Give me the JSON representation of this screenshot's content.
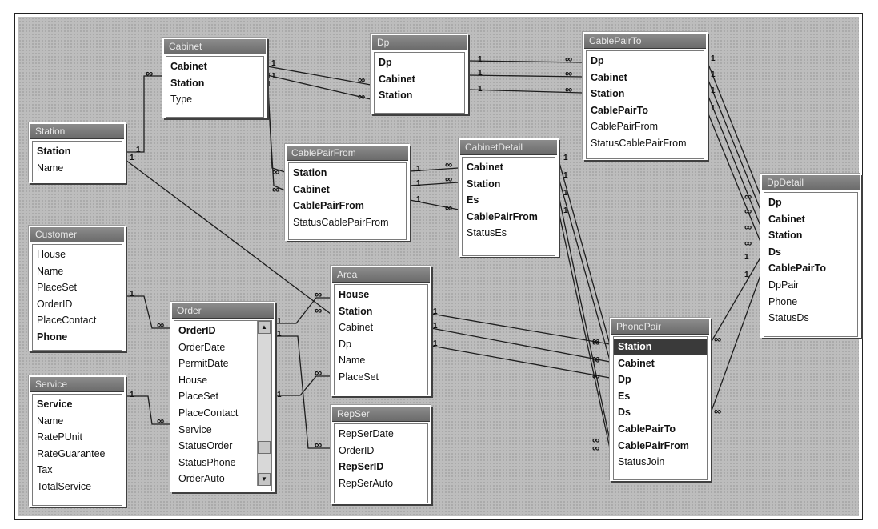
{
  "tables": [
    {
      "id": "cabinet",
      "title": "Cabinet",
      "fields": [
        {
          "name": "Cabinet",
          "pk": true
        },
        {
          "name": "Station",
          "pk": true
        },
        {
          "name": "Type",
          "pk": false
        }
      ]
    },
    {
      "id": "dp",
      "title": "Dp",
      "fields": [
        {
          "name": "Dp",
          "pk": true
        },
        {
          "name": "Cabinet",
          "pk": true
        },
        {
          "name": "Station",
          "pk": true
        }
      ]
    },
    {
      "id": "cablepairto",
      "title": "CablePairTo",
      "fields": [
        {
          "name": "Dp",
          "pk": true
        },
        {
          "name": "Cabinet",
          "pk": true
        },
        {
          "name": "Station",
          "pk": true
        },
        {
          "name": "CablePairTo",
          "pk": true
        },
        {
          "name": "CablePairFrom",
          "pk": false
        },
        {
          "name": "StatusCablePairFrom",
          "pk": false
        }
      ]
    },
    {
      "id": "station",
      "title": "Station",
      "fields": [
        {
          "name": "Station",
          "pk": true
        },
        {
          "name": "Name",
          "pk": false
        }
      ]
    },
    {
      "id": "cablepairfrom",
      "title": "CablePairFrom",
      "fields": [
        {
          "name": "Station",
          "pk": true
        },
        {
          "name": "Cabinet",
          "pk": true
        },
        {
          "name": "CablePairFrom",
          "pk": true
        },
        {
          "name": "StatusCablePairFrom",
          "pk": false
        }
      ]
    },
    {
      "id": "cabinetdetail",
      "title": "CabinetDetail",
      "fields": [
        {
          "name": "Cabinet",
          "pk": true
        },
        {
          "name": "Station",
          "pk": true
        },
        {
          "name": "Es",
          "pk": true
        },
        {
          "name": "CablePairFrom",
          "pk": true
        },
        {
          "name": "StatusEs",
          "pk": false
        }
      ]
    },
    {
      "id": "dpdetail",
      "title": "DpDetail",
      "fields": [
        {
          "name": "Dp",
          "pk": true
        },
        {
          "name": "Cabinet",
          "pk": true
        },
        {
          "name": "Station",
          "pk": true
        },
        {
          "name": "Ds",
          "pk": true
        },
        {
          "name": "CablePairTo",
          "pk": true
        },
        {
          "name": "DpPair",
          "pk": false
        },
        {
          "name": "Phone",
          "pk": false
        },
        {
          "name": "StatusDs",
          "pk": false
        }
      ]
    },
    {
      "id": "customer",
      "title": "Customer",
      "fields": [
        {
          "name": "House",
          "pk": false
        },
        {
          "name": "Name",
          "pk": false
        },
        {
          "name": "PlaceSet",
          "pk": false
        },
        {
          "name": "OrderID",
          "pk": false
        },
        {
          "name": "PlaceContact",
          "pk": false
        },
        {
          "name": "Phone",
          "pk": true
        }
      ]
    },
    {
      "id": "order",
      "title": "Order",
      "fields": [
        {
          "name": "OrderID",
          "pk": true
        },
        {
          "name": "OrderDate",
          "pk": false
        },
        {
          "name": "PermitDate",
          "pk": false
        },
        {
          "name": "House",
          "pk": false
        },
        {
          "name": "PlaceSet",
          "pk": false
        },
        {
          "name": "PlaceContact",
          "pk": false
        },
        {
          "name": "Service",
          "pk": false
        },
        {
          "name": "StatusOrder",
          "pk": false
        },
        {
          "name": "StatusPhone",
          "pk": false
        },
        {
          "name": "OrderAuto",
          "pk": false
        }
      ]
    },
    {
      "id": "area",
      "title": "Area",
      "fields": [
        {
          "name": "House",
          "pk": true
        },
        {
          "name": "Station",
          "pk": true
        },
        {
          "name": "Cabinet",
          "pk": false
        },
        {
          "name": "Dp",
          "pk": false
        },
        {
          "name": "Name",
          "pk": false
        },
        {
          "name": "PlaceSet",
          "pk": false
        }
      ]
    },
    {
      "id": "phonepair",
      "title": "PhonePair",
      "fields": [
        {
          "name": "Station",
          "pk": true,
          "selected": true
        },
        {
          "name": "Cabinet",
          "pk": true
        },
        {
          "name": "Dp",
          "pk": true
        },
        {
          "name": "Es",
          "pk": true
        },
        {
          "name": "Ds",
          "pk": true
        },
        {
          "name": "CablePairTo",
          "pk": true
        },
        {
          "name": "CablePairFrom",
          "pk": true
        },
        {
          "name": "StatusJoin",
          "pk": false
        }
      ]
    },
    {
      "id": "service",
      "title": "Service",
      "fields": [
        {
          "name": "Service",
          "pk": true
        },
        {
          "name": "Name",
          "pk": false
        },
        {
          "name": "RatePUnit",
          "pk": false
        },
        {
          "name": "RateGuarantee",
          "pk": false
        },
        {
          "name": "Tax",
          "pk": false
        },
        {
          "name": "TotalService",
          "pk": false
        }
      ]
    },
    {
      "id": "repser",
      "title": "RepSer",
      "fields": [
        {
          "name": "RepSerDate",
          "pk": false
        },
        {
          "name": "OrderID",
          "pk": false
        },
        {
          "name": "RepSerID",
          "pk": true
        },
        {
          "name": "RepSerAuto",
          "pk": false
        }
      ]
    }
  ],
  "relationships": [
    {
      "from": "cabinet",
      "to": "dp",
      "one": "1",
      "many": "∞"
    },
    {
      "from": "cabinet",
      "to": "cablepairfrom",
      "one": "1",
      "many": "∞"
    },
    {
      "from": "station",
      "to": "cabinet",
      "one": "1",
      "many": "∞"
    },
    {
      "from": "dp",
      "to": "cablepairto",
      "one": "1",
      "many": "∞"
    },
    {
      "from": "cablepairfrom",
      "to": "cabinetdetail",
      "one": "1",
      "many": "∞"
    },
    {
      "from": "cablepairto",
      "to": "dpdetail",
      "one": "1",
      "many": "∞"
    },
    {
      "from": "cabinetdetail",
      "to": "phonepair",
      "one": "1",
      "many": "∞"
    },
    {
      "from": "dpdetail",
      "to": "phonepair",
      "one": "1",
      "many": "∞"
    },
    {
      "from": "customer",
      "to": "order",
      "one": "1",
      "many": "∞"
    },
    {
      "from": "service",
      "to": "order",
      "one": "1",
      "many": "∞"
    },
    {
      "from": "order",
      "to": "area",
      "one": "1",
      "many": "∞"
    },
    {
      "from": "order",
      "to": "repser",
      "one": "1",
      "many": "∞"
    },
    {
      "from": "station",
      "to": "area",
      "one": "1",
      "many": "∞"
    },
    {
      "from": "area",
      "to": "phonepair",
      "one": "1",
      "many": "∞"
    }
  ]
}
